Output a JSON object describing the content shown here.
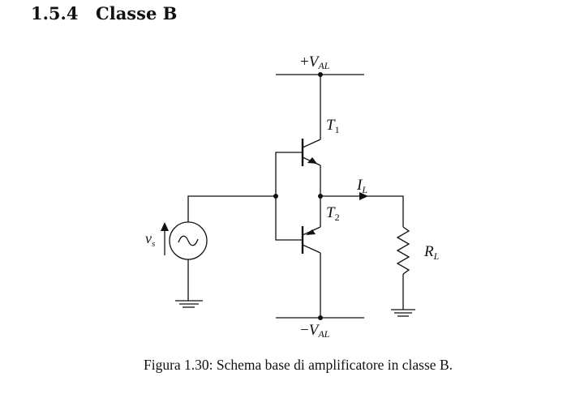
{
  "section": {
    "number": "1.5.4",
    "title": "Classe B"
  },
  "diagram": {
    "supply_positive": {
      "sign": "+",
      "symbol": "V",
      "subscript": "AL"
    },
    "supply_negative": {
      "sign": "−",
      "symbol": "V",
      "subscript": "AL"
    },
    "transistor_top": {
      "symbol": "T",
      "subscript": "1",
      "type": "NPN"
    },
    "transistor_bottom": {
      "symbol": "T",
      "subscript": "2",
      "type": "PNP"
    },
    "load_current": {
      "symbol": "I",
      "subscript": "L"
    },
    "load_resistor": {
      "symbol": "R",
      "subscript": "L"
    },
    "source": {
      "symbol": "v",
      "subscript": "s",
      "icon": "ac-source-icon"
    },
    "ground_icon": "ground-icon"
  },
  "caption": "Figura 1.30: Schema base di amplificatore in classe B."
}
